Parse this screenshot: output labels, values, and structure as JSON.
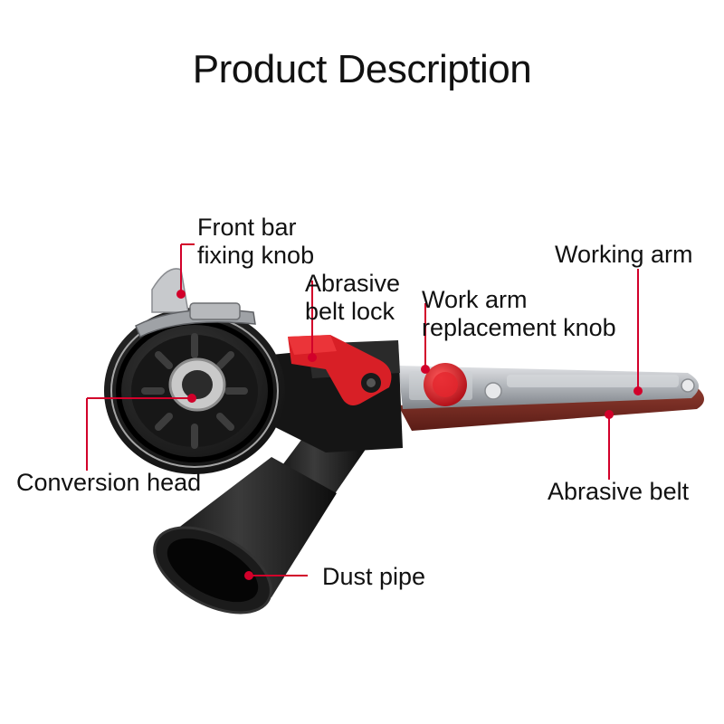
{
  "title": "Product Description",
  "labels": {
    "front_bar_fixing_knob": [
      "Front bar",
      "fixing knob"
    ],
    "abrasive_belt_lock": [
      "Abrasive",
      "belt lock"
    ],
    "work_arm_replacement_knob": [
      "Work arm",
      "replacement knob"
    ],
    "working_arm": "Working arm",
    "conversion_head": "Conversion head",
    "abrasive_belt": "Abrasive belt",
    "dust_pipe": "Dust pipe"
  },
  "colors": {
    "leader_line": "#d2002a",
    "tool_body": "#1a1a1a",
    "lock_red": "#d81f26",
    "belt": "#7a2a22",
    "arm_metal": "#b9bcc0"
  }
}
